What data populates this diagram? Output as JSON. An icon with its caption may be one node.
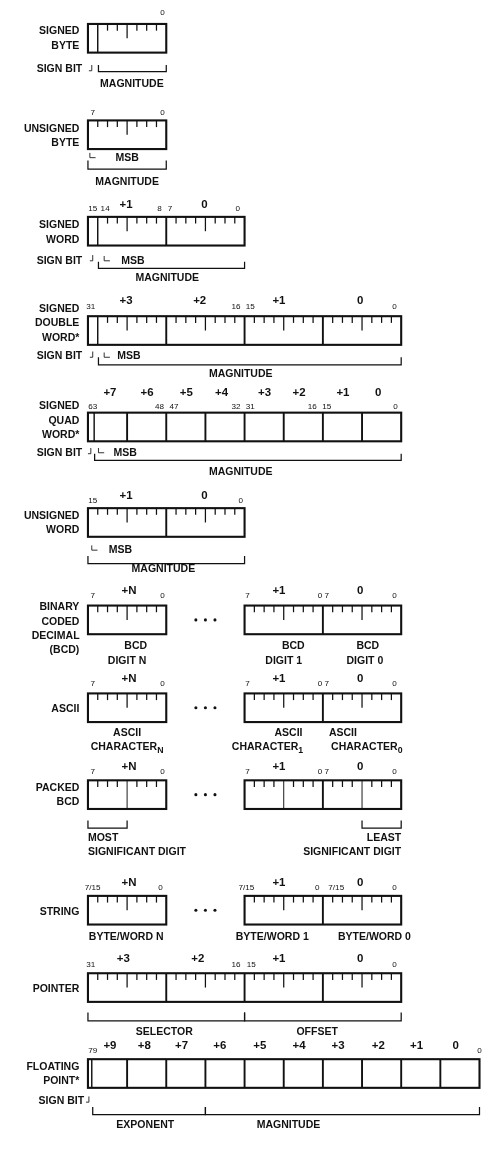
{
  "diagram": {
    "labels": [
      "SIGNED BYTE",
      "0",
      "SIGN BIT",
      "MAGNITUDE",
      "UNSIGNED BYTE",
      "7",
      "0",
      "MSB",
      "MAGNITUDE",
      "SIGNED WORD",
      "15",
      "14",
      "+1",
      "8",
      "7",
      "0",
      "0",
      "SIGN BIT",
      "MSB",
      "MAGNITUDE",
      "SIGNED DOUBLE WORD*",
      "31",
      "+3",
      "+2",
      "16",
      "15",
      "+1",
      "0",
      "0",
      "SIGN BIT",
      "MSB",
      "MAGNITUDE",
      "SIGNED QUAD WORD*",
      "+7",
      "+6",
      "+5",
      "+4",
      "+3",
      "+2",
      "+1",
      "0",
      "63",
      "48",
      "47",
      "32",
      "31",
      "16",
      "15",
      "0",
      "SIGN BIT",
      "MSB",
      "MAGNITUDE",
      "UNSIGNED WORD",
      "15",
      "+1",
      "0",
      "0",
      "MSB",
      "MAGNITUDE",
      "BINARY CODED DECIMAL (BCD)",
      "7",
      "+N",
      "0",
      "7",
      "+1",
      "0",
      "7",
      "0",
      "0",
      "BCD",
      "DIGIT N",
      "BCD",
      "DIGIT 1",
      "BCD",
      "DIGIT 0",
      "ASCII",
      "7",
      "+N",
      "0",
      "7",
      "+1",
      "0",
      "7",
      "0",
      "0",
      "ASCII",
      "CHARACTER$_{N}$",
      "ASCII",
      "CHARACTER$_{1}$",
      "ASCII",
      "CHARACTER$_{0}$",
      "PACKED BCD",
      "7",
      "+N",
      "0",
      "7",
      "+1",
      "0",
      "7",
      "0",
      "0",
      "MOST",
      "SIGNIFICANT DIGIT",
      "LEAST",
      "SIGNIFICANT DIGIT",
      "STRING",
      "7/15",
      "+N",
      "0",
      "7/15",
      "+1",
      "0",
      "7/15",
      "0",
      "0",
      "BYTE/WORD N",
      "BYTE/WORD 1",
      "BYTE/WORD 0",
      "POINTER",
      "31",
      "+3",
      "+2",
      "16",
      "15",
      "+1",
      "0",
      "0",
      "SELECTOR",
      "OFFSET",
      "FLOATING POINT*",
      "79",
      "+9",
      "+8",
      "+7",
      "+6",
      "+5",
      "+4",
      "+3",
      "+2",
      "+1",
      "0",
      "0",
      "SIGN BIT",
      "EXPONENT",
      "MAGNITUDE"
    ]
  }
}
